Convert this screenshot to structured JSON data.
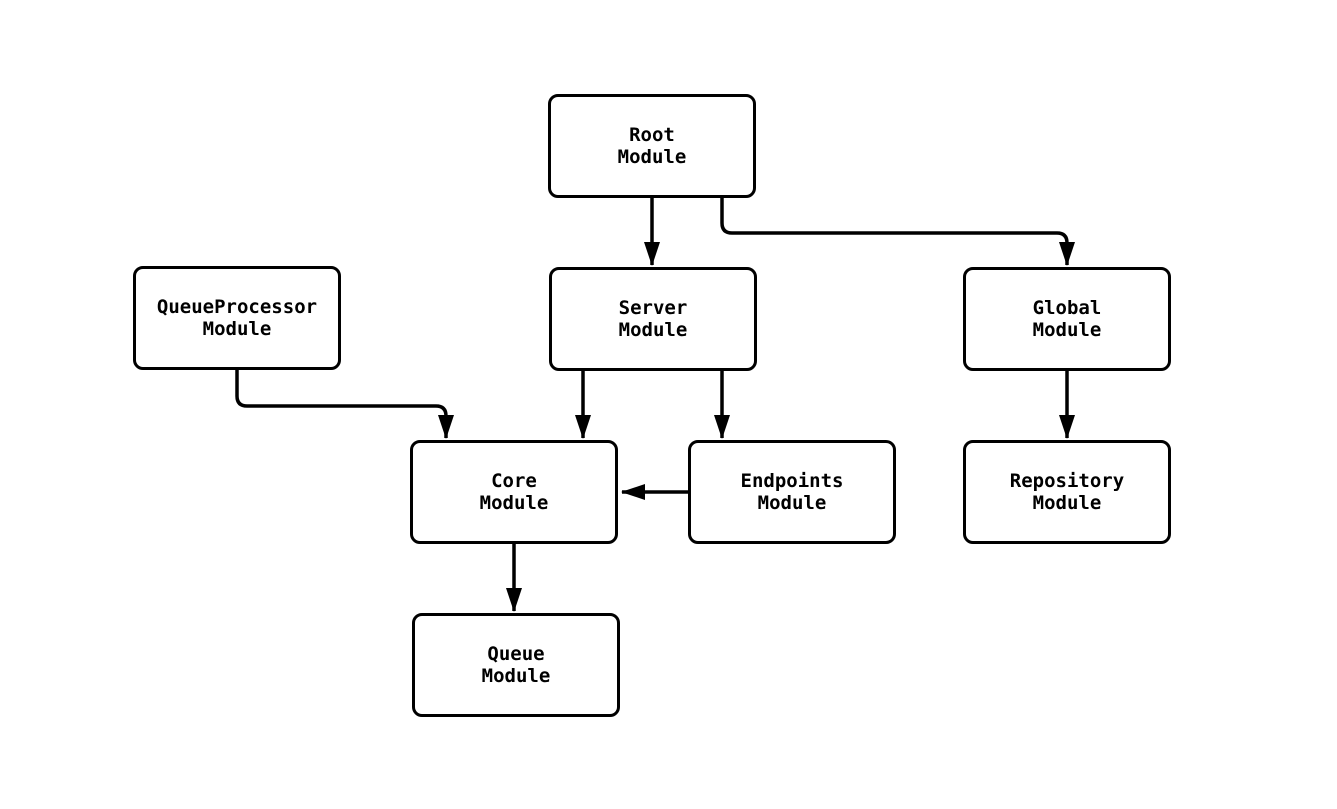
{
  "page": {
    "background": "#ffffff"
  },
  "diagram": {
    "type": "flowchart",
    "direction": "top-down",
    "stroke_color": "#000000",
    "node_fill": "#ffffff",
    "text_color": "#000000",
    "nodes": [
      {
        "id": "root",
        "label": "Root\nModule"
      },
      {
        "id": "queueprocessor",
        "label": "QueueProcessor\nModule"
      },
      {
        "id": "server",
        "label": "Server\nModule"
      },
      {
        "id": "global",
        "label": "Global\nModule"
      },
      {
        "id": "core",
        "label": "Core\nModule"
      },
      {
        "id": "endpoints",
        "label": "Endpoints\nModule"
      },
      {
        "id": "repository",
        "label": "Repository\nModule"
      },
      {
        "id": "queue",
        "label": "Queue\nModule"
      }
    ],
    "edges": [
      {
        "from": "Root Module",
        "to": "Server Module"
      },
      {
        "from": "Root Module",
        "to": "Global Module"
      },
      {
        "from": "QueueProcessor Module",
        "to": "Core Module"
      },
      {
        "from": "Server Module",
        "to": "Core Module"
      },
      {
        "from": "Server Module",
        "to": "Endpoints Module"
      },
      {
        "from": "Endpoints Module",
        "to": "Core Module"
      },
      {
        "from": "Global Module",
        "to": "Repository Module"
      },
      {
        "from": "Core Module",
        "to": "Queue Module"
      }
    ]
  }
}
